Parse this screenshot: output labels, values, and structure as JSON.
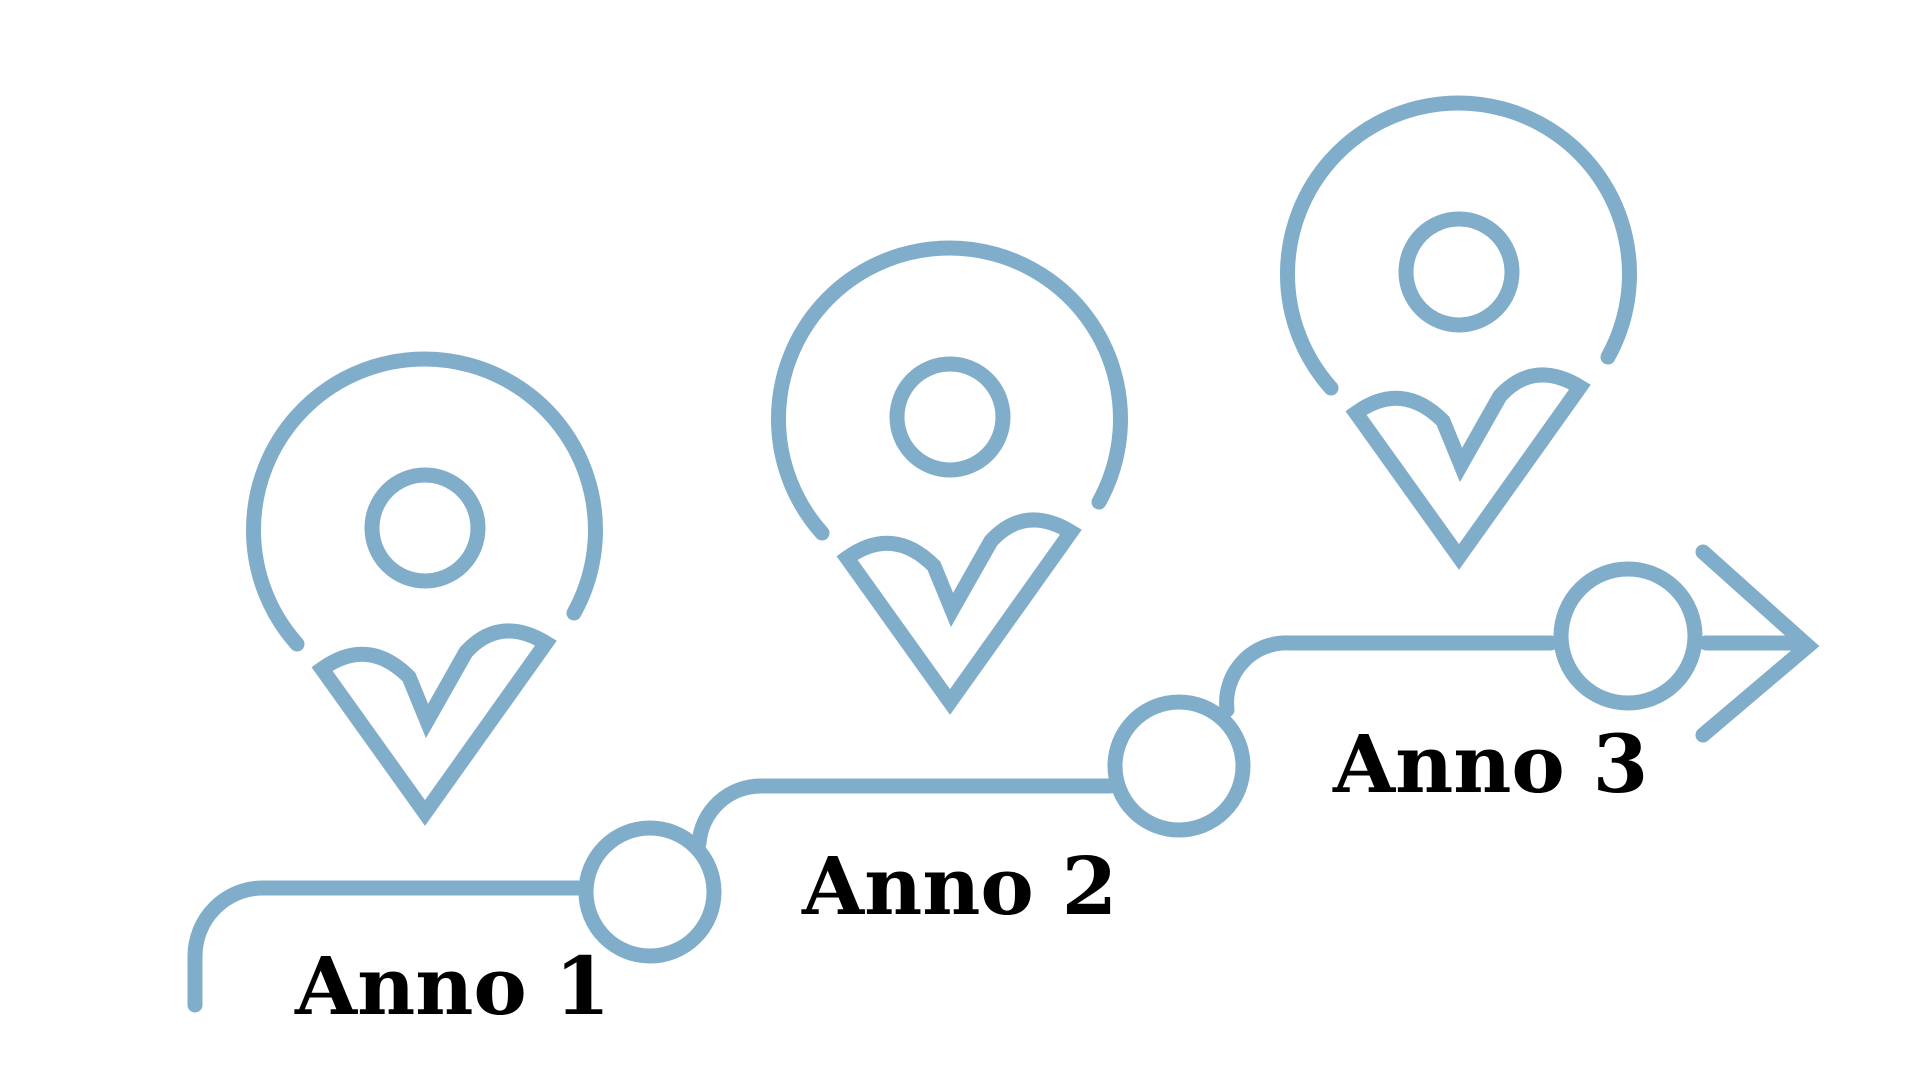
{
  "colors": {
    "line": "#80adc9",
    "text": "#000000",
    "background": "#ffffff"
  },
  "diagram": {
    "type": "timeline-roadmap",
    "end_marker": "arrow-right-icon",
    "milestones": [
      {
        "label": "Anno 1",
        "icon": "location-pin-icon",
        "node": "circle"
      },
      {
        "label": "Anno 2",
        "icon": "location-pin-icon",
        "node": "circle"
      },
      {
        "label": "Anno 3",
        "icon": "location-pin-icon",
        "node": "circle"
      }
    ]
  }
}
